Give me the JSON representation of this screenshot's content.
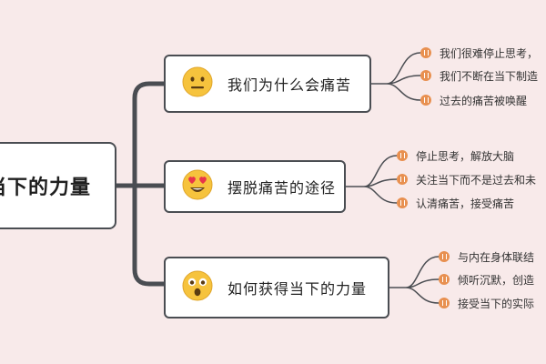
{
  "root": {
    "title": "当下的力量"
  },
  "branches": [
    {
      "label": "我们为什么会痛苦",
      "emoji": "neutral-face-icon",
      "leaves": [
        "我们很难停止思考，",
        "我们不断在当下制造",
        "过去的痛苦被唤醒"
      ]
    },
    {
      "label": "摆脱痛苦的途径",
      "emoji": "heart-eyes-face-icon",
      "leaves": [
        "停止思考，解放大脑",
        "关注当下而不是过去和未",
        "认清痛苦，接受痛苦"
      ]
    },
    {
      "label": "如何获得当下的力量",
      "emoji": "astonished-face-icon",
      "leaves": [
        "与内在身体联结",
        "倾听沉默，创造",
        "接受当下的实际"
      ]
    }
  ],
  "colors": {
    "background": "#f8eaea",
    "border": "#4a4d52",
    "badge": "#e89050",
    "emoji": "#f6c33d"
  }
}
